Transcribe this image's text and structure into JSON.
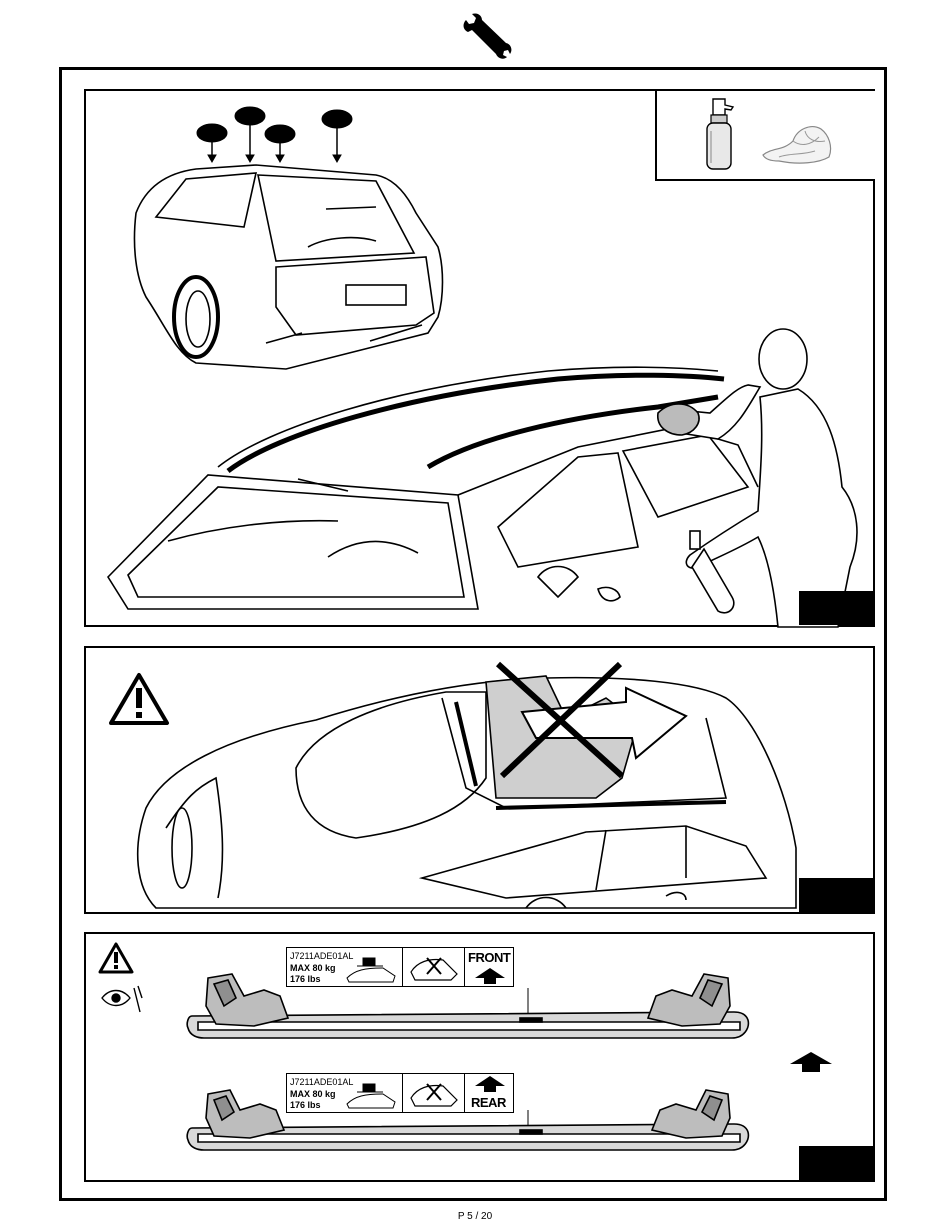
{
  "page": {
    "number": "P 5 / 20"
  },
  "header": {
    "icon": "wrench-icon"
  },
  "panel_top": {
    "inset_icons": [
      "spray-bottle-icon",
      "cloth-icon"
    ],
    "markers": 4
  },
  "panel_middle": {
    "icons": [
      "warning-triangle-icon",
      "no-sunroof-cross-icon"
    ]
  },
  "panel_bottom": {
    "icons": [
      "warning-triangle-icon",
      "eye-icon",
      "direction-arrow-icon"
    ],
    "bars": [
      {
        "code": "J7211ADE01AL",
        "max_load": "MAX 80 kg",
        "max_load_lbs": "176 lbs",
        "direction": "FRONT",
        "arrow": "up"
      },
      {
        "code": "J7211ADE01AL",
        "max_load": "MAX 80 kg",
        "max_load_lbs": "176 lbs",
        "direction": "REAR",
        "arrow": "up"
      }
    ]
  }
}
